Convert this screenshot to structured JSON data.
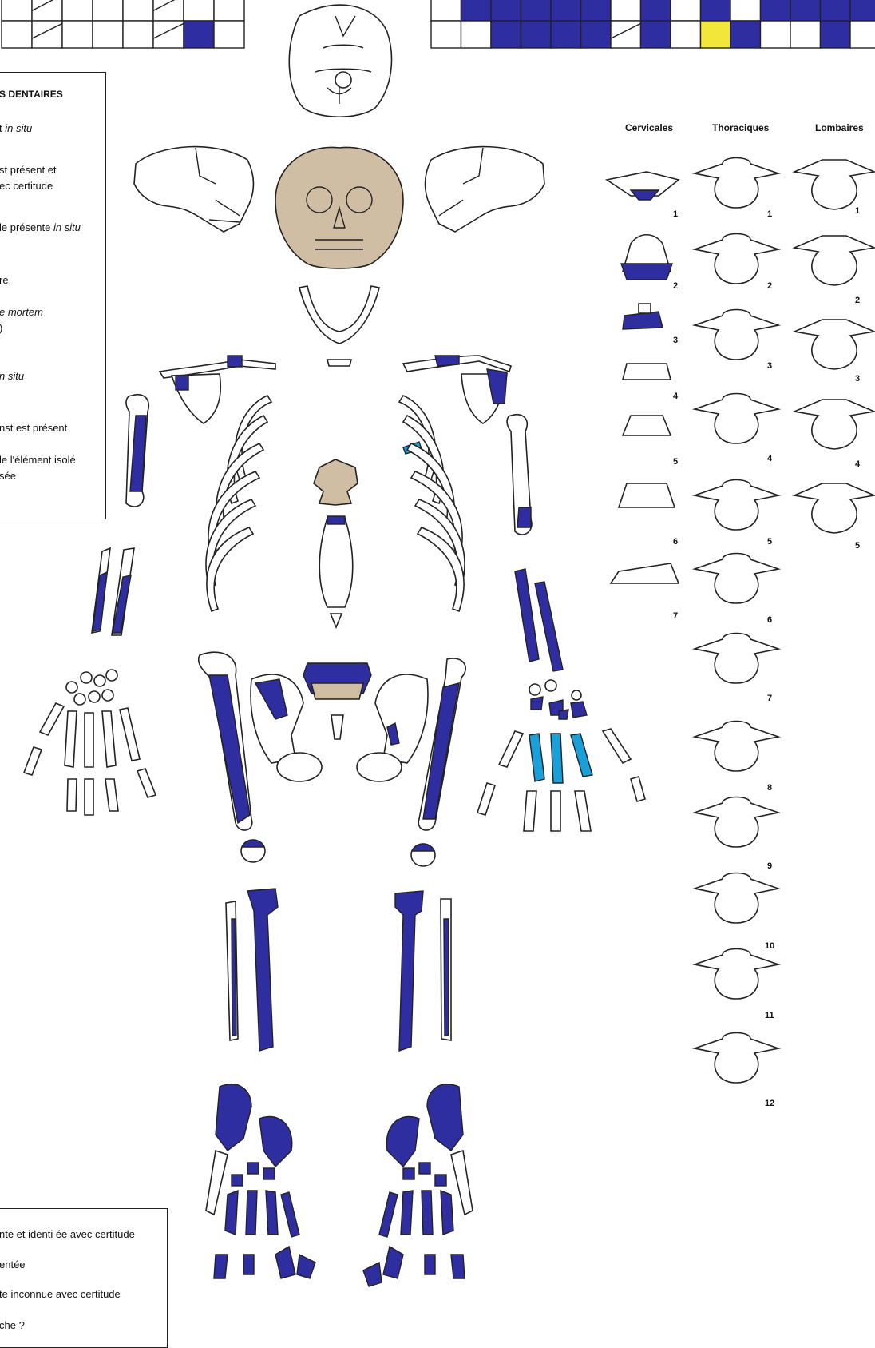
{
  "colors": {
    "present": "#2e2ea0",
    "present_light": "#1aa0d8",
    "bone_fill": "#cfbea3",
    "tooth_yellow": "#f2e63a",
    "outline": "#222222"
  },
  "dental_legend": {
    "title": "S DENTAIRES",
    "lines": [
      {
        "text": "t ",
        "em": "in situ"
      },
      {
        "text": "st présent et",
        "em": ""
      },
      {
        "text": "ec certitude",
        "em": ""
      },
      {
        "text": "le présente ",
        "em": "in situ"
      },
      {
        "text": "re",
        "em": ""
      },
      {
        "text": "",
        "em": "e mortem"
      },
      {
        "text": ")",
        "em": ""
      },
      {
        "text": "",
        "em": "n situ"
      },
      {
        "text": "nst est  présent",
        "em": ""
      },
      {
        "text": "le l'élément isolé",
        "em": ""
      },
      {
        "text": "sée",
        "em": ""
      }
    ]
  },
  "bone_legend": {
    "lines": [
      "nte et identi   ée avec certitude",
      "entée",
      "te inconnue avec certitude",
      "che ?"
    ]
  },
  "vertebrae": {
    "headers": {
      "cervical": "Cervicales",
      "thoracic": "Thoraciques",
      "lumbar": "Lombaires"
    },
    "cervical": [
      "1",
      "2",
      "3",
      "4",
      "5",
      "6",
      "7"
    ],
    "thoracic": [
      "1",
      "2",
      "3",
      "4",
      "5",
      "6",
      "7",
      "8",
      "9",
      "10",
      "11",
      "12"
    ],
    "lumbar": [
      "1",
      "2",
      "3",
      "4",
      "5"
    ]
  },
  "dental_chart": {
    "left_upper": [
      "empty",
      "slash",
      "empty",
      "empty",
      "empty",
      "slash",
      "empty",
      "empty"
    ],
    "left_lower": [
      "empty",
      "slash",
      "empty",
      "empty",
      "empty",
      "slash",
      "present",
      "empty"
    ],
    "right_upper": [
      "empty",
      "present",
      "present",
      "present",
      "present",
      "present",
      "empty",
      "present",
      "empty",
      "present",
      "empty",
      "present",
      "present",
      "present",
      "present"
    ],
    "right_lower": [
      "empty",
      "empty",
      "present",
      "present",
      "present",
      "present",
      "slash",
      "present",
      "empty",
      "yellow",
      "present",
      "empty",
      "empty",
      "present",
      "empty"
    ]
  }
}
